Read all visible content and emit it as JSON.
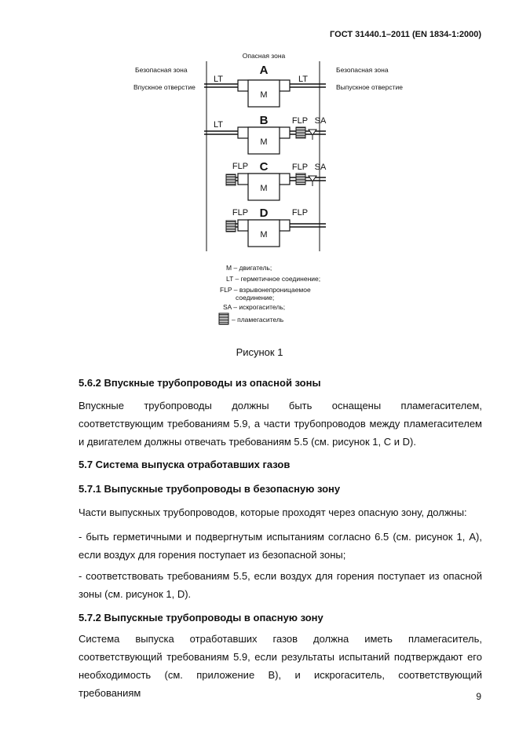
{
  "header": {
    "standard": "ГОСТ 31440.1–2011 (EN 1834-1:2000)"
  },
  "figure": {
    "zone_hazard": "Опасная зона",
    "zone_safe_left": "Безопасная зона",
    "zone_safe_right": "Безопасная зона",
    "inlet_label": "Впускное отверстие",
    "outlet_label": "Выпускное отверстие",
    "rows": [
      {
        "letter": "A",
        "engine": "M",
        "left_tag": "LT",
        "right_tag": "LT"
      },
      {
        "letter": "B",
        "engine": "M",
        "left_tag": "LT",
        "right_tag": "FLP",
        "right_tag2": "SA"
      },
      {
        "letter": "C",
        "engine": "M",
        "left_tag": "FLP",
        "right_tag": "FLP",
        "right_tag2": "SA"
      },
      {
        "letter": "D",
        "engine": "M",
        "left_tag": "FLP",
        "right_tag": "FLP"
      }
    ],
    "legend": [
      "M – двигатель;",
      "LT – герметичное соединение;",
      "FLP – взрывонепроницаемое",
      "соединение;",
      "SA – искрогаситель;",
      "– пламегаситель"
    ],
    "caption": "Рисунок 1"
  },
  "sections": {
    "s562_title": "5.6.2  Впускные трубопроводы из опасной зоны",
    "s562_text": "Впускные трубопроводы должны быть оснащены пламегасителем, соответствующим требованиям 5.9, а части трубопроводов между пламегасителем и двигателем должны отвечать требованиям 5.5 (см. рисунок 1, C и D).",
    "s57_title": "5.7  Система выпуска отработавших газов",
    "s571_title": "5.7.1  Выпускные трубопроводы в безопасную зону",
    "s571_intro": "Части выпускных трубопроводов, которые проходят через опасную зону, должны:",
    "s571_item1": "-   быть герметичными и подвергнутым испытаниям согласно 6.5 (см. рисунок 1, A), если воздух для горения поступает из безопасной зоны;",
    "s571_item2": "-   соответствовать требованиям 5.5, если воздух для горения поступает из опасной зоны (см. рисунок 1, D).",
    "s572_title": "5.7.2  Выпускные трубопроводы в опасную зону",
    "s572_text": "Система выпуска отработавших газов должна иметь пламегаситель, соответствующий требованиям 5.9, если результаты испытаний подтверждают его необходимость (см. приложение B), и искрогаситель, соответствующий требованиям"
  },
  "page_number": "9"
}
